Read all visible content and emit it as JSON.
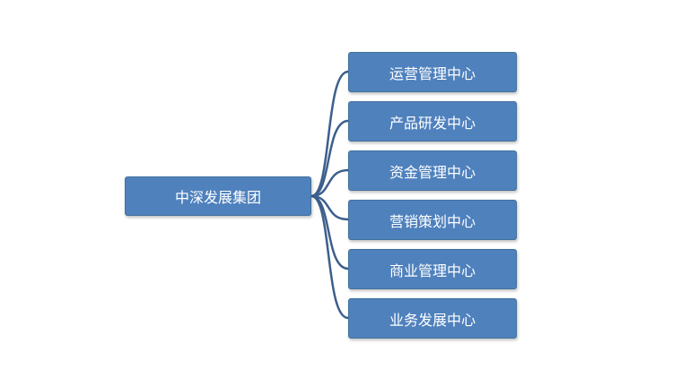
{
  "diagram": {
    "root": {
      "label": "中深发展集团"
    },
    "children": [
      {
        "label": "运营管理中心"
      },
      {
        "label": "产品研发中心"
      },
      {
        "label": "资金管理中心"
      },
      {
        "label": "营销策划中心"
      },
      {
        "label": "商业管理中心"
      },
      {
        "label": "业务发展中心"
      }
    ]
  },
  "colors": {
    "node_fill": "#4f81bd",
    "node_border": "#41719c",
    "connector": "#3d5f8c",
    "node_text": "#ffffff",
    "background": "#ffffff"
  }
}
